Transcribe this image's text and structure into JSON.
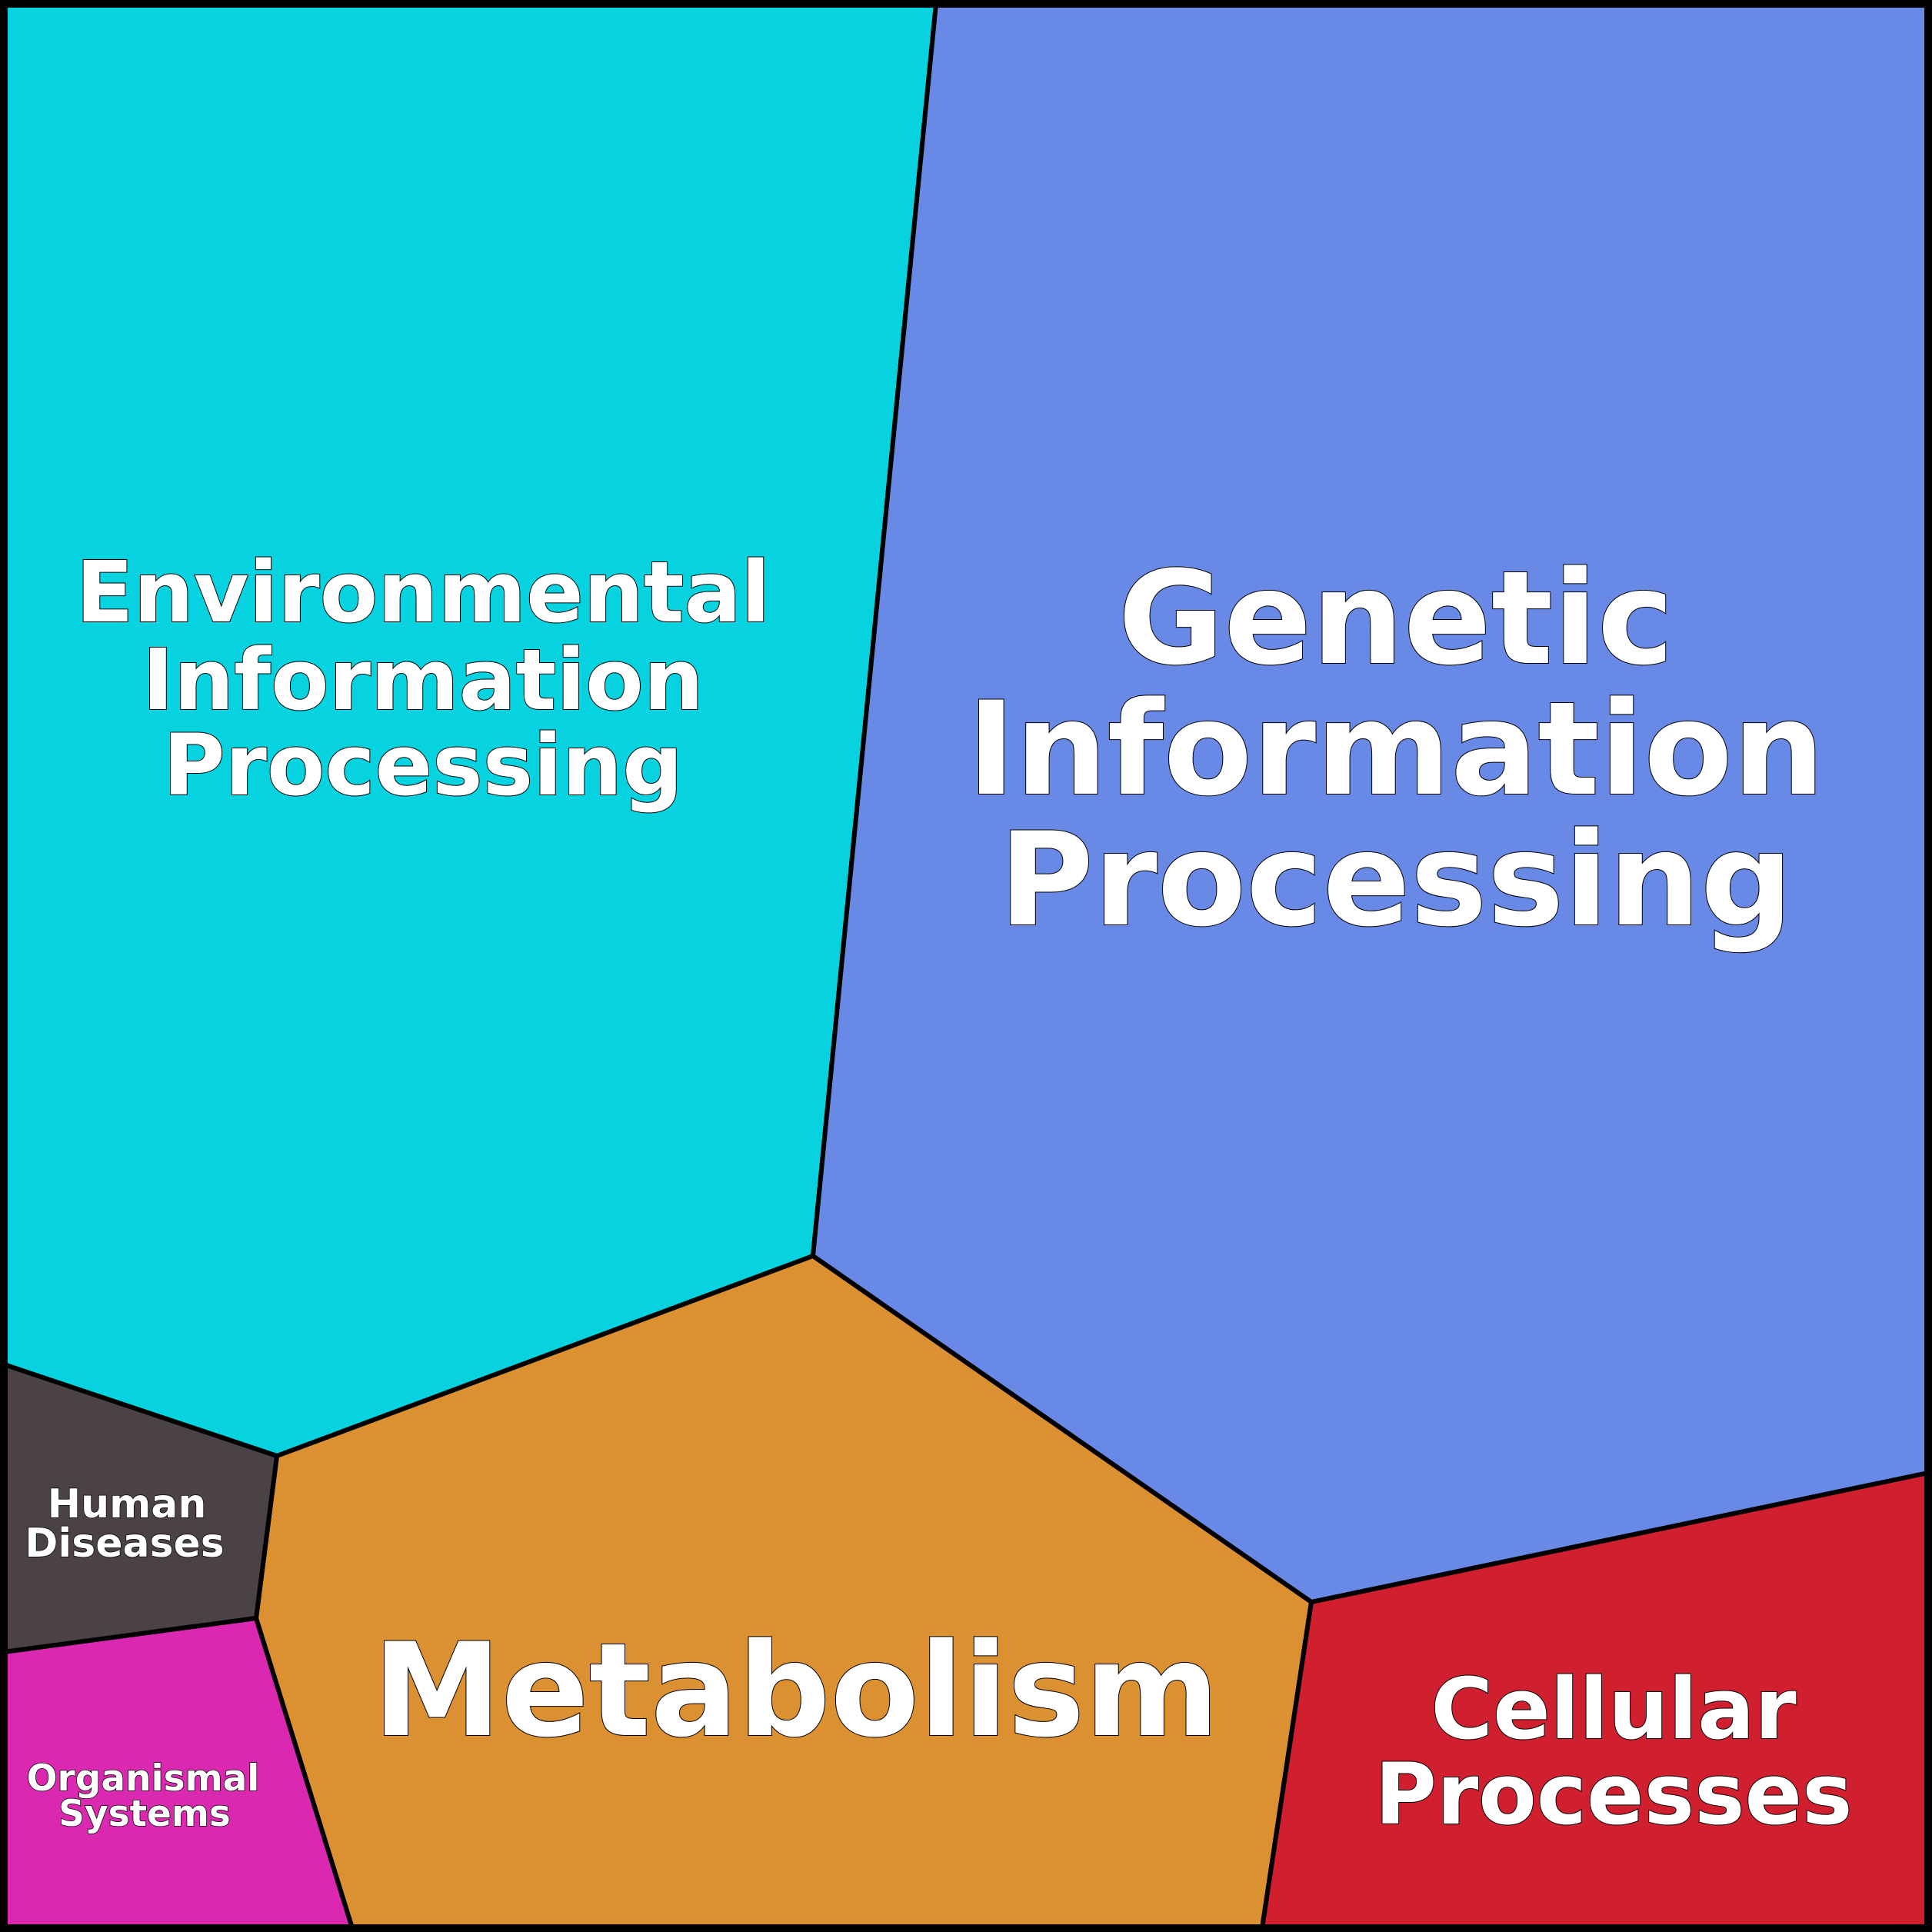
{
  "colors": {
    "environmental": "#06d3df",
    "genetic": "#6889e5",
    "metabolism": "#db9031",
    "human": "#4b4247",
    "organismal": "#da28b0",
    "cellular": "#d02030",
    "border": "#000000",
    "text": "#ffffff"
  },
  "cells": {
    "environmental": {
      "line1": "Environmental",
      "line2": "Information",
      "line3": "Processing"
    },
    "genetic": {
      "line1": "Genetic",
      "line2": "Information",
      "line3": "Processing"
    },
    "metabolism": {
      "line1": "Metabolism"
    },
    "human": {
      "line1": "Human",
      "line2": "Diseases"
    },
    "organismal": {
      "line1": "Organismal",
      "line2": "Systems"
    },
    "cellular": {
      "line1": "Cellular",
      "line2": "Processes"
    }
  }
}
